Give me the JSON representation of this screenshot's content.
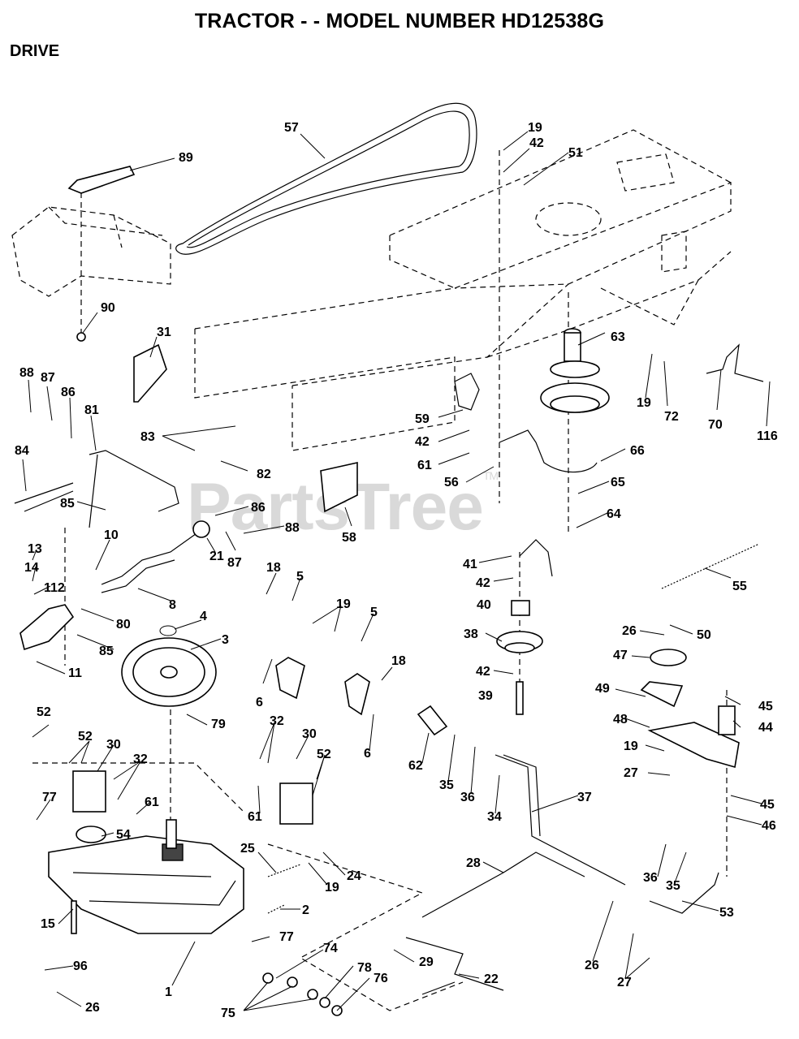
{
  "header": {
    "title": "TRACTOR - - MODEL NUMBER HD12538G",
    "section": "DRIVE"
  },
  "watermark": {
    "text": "PartsTree",
    "mark": "TM"
  },
  "callouts": [
    "57",
    "89",
    "19",
    "42",
    "51",
    "90",
    "31",
    "63",
    "88",
    "87",
    "86",
    "81",
    "19",
    "72",
    "70",
    "116",
    "83",
    "82",
    "59",
    "42",
    "61",
    "66",
    "56",
    "65",
    "84",
    "85",
    "86",
    "88",
    "58",
    "64",
    "10",
    "13",
    "21",
    "87",
    "41",
    "14",
    "112",
    "8",
    "42",
    "40",
    "55",
    "18",
    "5",
    "19",
    "5",
    "80",
    "85",
    "4",
    "3",
    "38",
    "26",
    "50",
    "47",
    "18",
    "11",
    "6",
    "42",
    "39",
    "49",
    "45",
    "52",
    "79",
    "44",
    "48",
    "32",
    "30",
    "52",
    "30",
    "32",
    "62",
    "35",
    "36",
    "19",
    "27",
    "61",
    "52",
    "6",
    "77",
    "61",
    "37",
    "45",
    "54",
    "34",
    "46",
    "25",
    "24",
    "19",
    "28",
    "36",
    "35",
    "2",
    "53",
    "15",
    "77",
    "29",
    "26",
    "74",
    "78",
    "76",
    "22",
    "96",
    "1",
    "27",
    "26",
    "75"
  ]
}
